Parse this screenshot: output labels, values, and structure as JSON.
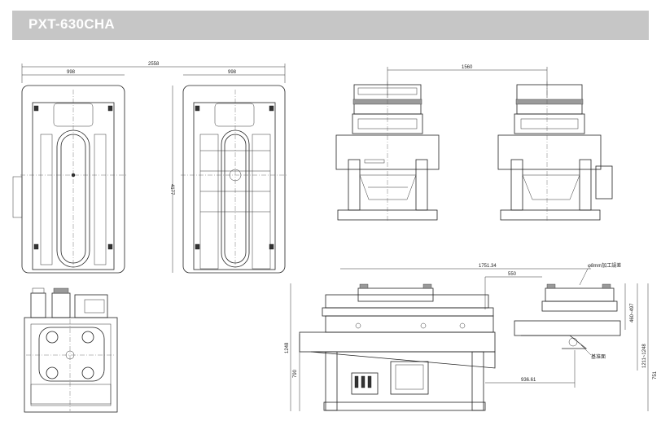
{
  "header": {
    "title": "PXT-630CHA"
  },
  "colors": {
    "header_bg": "#c6c6c6",
    "line": "#222222"
  },
  "dimensions": {
    "overall_width": "2558",
    "left_width": "998",
    "right_width": "998",
    "height_left": "4177",
    "front_span": "1560",
    "travel_total": "1751.34",
    "travel_550": "550",
    "offset_936": "936.61",
    "height_1248": "1248",
    "height_790": "790",
    "height_460": "460~497",
    "height_1211": "1211~1248",
    "height_751": "751"
  },
  "annotations": {
    "fixture_label": "φ8mm加工誤差",
    "ref_label": "基准面"
  }
}
